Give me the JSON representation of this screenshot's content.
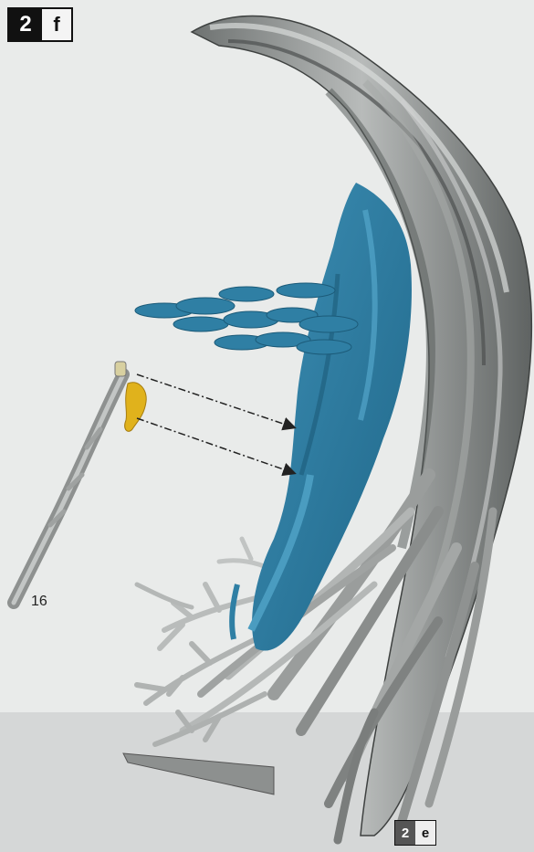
{
  "figure_badge_top": {
    "number": "2",
    "letter": "f"
  },
  "figure_badge_bottom": {
    "number": "2",
    "letter": "e"
  },
  "detail_label": "16",
  "colors": {
    "background": "#e9ebea",
    "grey_structure": "#8d908f",
    "grey_highlight": "#c9cbca",
    "grey_shadow": "#4d5050",
    "blue_region": "#2f7fa4",
    "blue_highlight": "#4a9cc0",
    "yellow_marker": "#e0b21c",
    "arrow": "#333333"
  }
}
